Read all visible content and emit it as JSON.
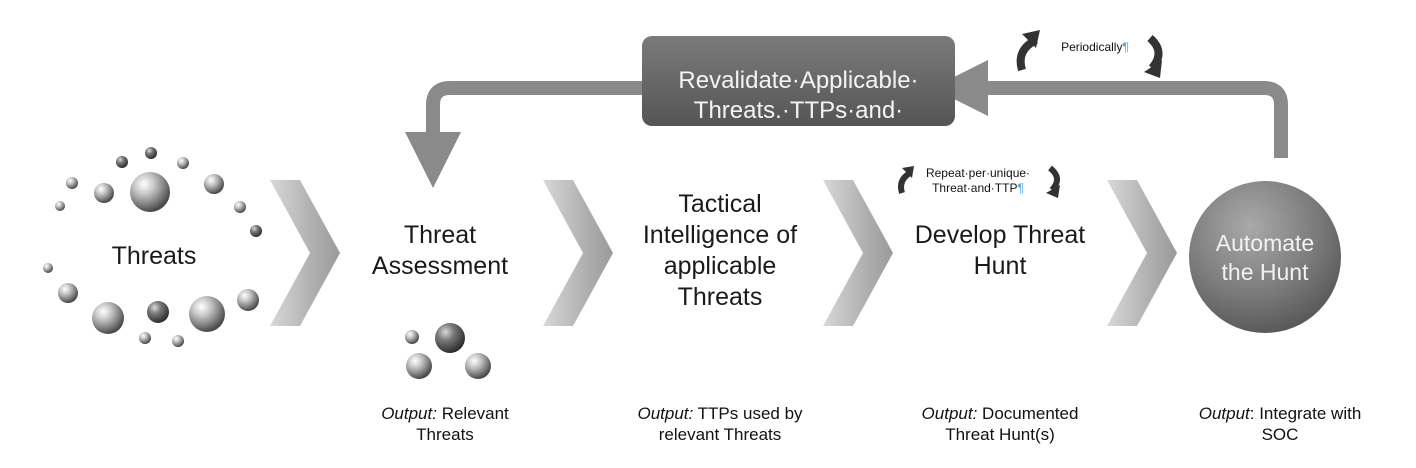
{
  "threats_label": "Threats",
  "stages": [
    {
      "title_line1": "Threat",
      "title_line2": "Assessment",
      "output_label": "Output:",
      "output_line1": "Relevant",
      "output_line2": "Threats"
    },
    {
      "title_line1": "Tactical",
      "title_line2": "Intelligence of",
      "title_line3": "applicable",
      "title_line4": "Threats",
      "output_label": "Output:",
      "output_line1": "TTPs used by",
      "output_line2": "relevant Threats"
    },
    {
      "title_line1": "Develop Threat",
      "title_line2": "Hunt",
      "output_label": "Output:",
      "output_line1": "Documented",
      "output_line2": "Threat Hunt(s)"
    },
    {
      "title_line1": "Automate",
      "title_line2": "the Hunt",
      "output_label": "Output",
      "output_line1": ": Integrate with",
      "output_line2": "SOC"
    }
  ],
  "revalidate_box": {
    "line1": "Revalidate·Applicable·",
    "line2": "Threats.·TTPs·and·"
  },
  "periodically_note": "Periodically",
  "repeat_note": {
    "line1": "Repeat·per·unique·",
    "line2": "Threat·and·TTP"
  },
  "colors": {
    "box": "#6b6b6b",
    "arrow": "#8a8a8a",
    "chevron": "#b5b5b5",
    "circle": "#7a7a7a"
  }
}
